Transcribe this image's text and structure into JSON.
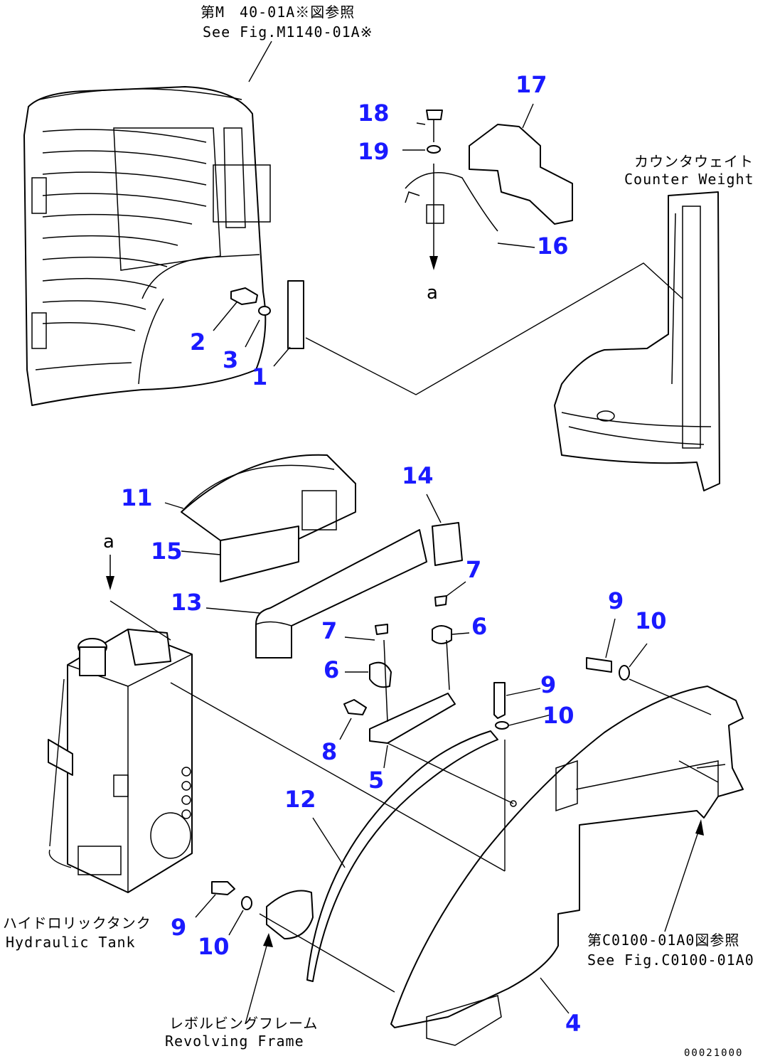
{
  "references": {
    "top_jp": "第M　40-01A※図参照",
    "top_en": "See Fig.M1140-01A※",
    "counter_jp": "カウンタウェイト",
    "counter_en": "Counter Weight",
    "tank_jp": "ハイドロリックタンク",
    "tank_en": "Hydraulic Tank",
    "frame_jp": "レボルビングフレーム",
    "frame_en": "Revolving Frame",
    "right_jp": "第C0100-01A0図参照",
    "right_en": "See Fig.C0100-01A0"
  },
  "arrow_label": "a",
  "drawing_code": "00021000",
  "callouts": [
    {
      "id": "c1",
      "label": "1"
    },
    {
      "id": "c2",
      "label": "2"
    },
    {
      "id": "c3",
      "label": "3"
    },
    {
      "id": "c4",
      "label": "4"
    },
    {
      "id": "c5",
      "label": "5"
    },
    {
      "id": "c6a",
      "label": "6"
    },
    {
      "id": "c6b",
      "label": "6"
    },
    {
      "id": "c7a",
      "label": "7"
    },
    {
      "id": "c7b",
      "label": "7"
    },
    {
      "id": "c8",
      "label": "8"
    },
    {
      "id": "c9a",
      "label": "9"
    },
    {
      "id": "c9b",
      "label": "9"
    },
    {
      "id": "c9c",
      "label": "9"
    },
    {
      "id": "c10a",
      "label": "10"
    },
    {
      "id": "c10b",
      "label": "10"
    },
    {
      "id": "c10c",
      "label": "10"
    },
    {
      "id": "c11",
      "label": "11"
    },
    {
      "id": "c12",
      "label": "12"
    },
    {
      "id": "c13",
      "label": "13"
    },
    {
      "id": "c14",
      "label": "14"
    },
    {
      "id": "c15",
      "label": "15"
    },
    {
      "id": "c16",
      "label": "16"
    },
    {
      "id": "c17",
      "label": "17"
    },
    {
      "id": "c18",
      "label": "18"
    },
    {
      "id": "c19",
      "label": "19"
    }
  ]
}
